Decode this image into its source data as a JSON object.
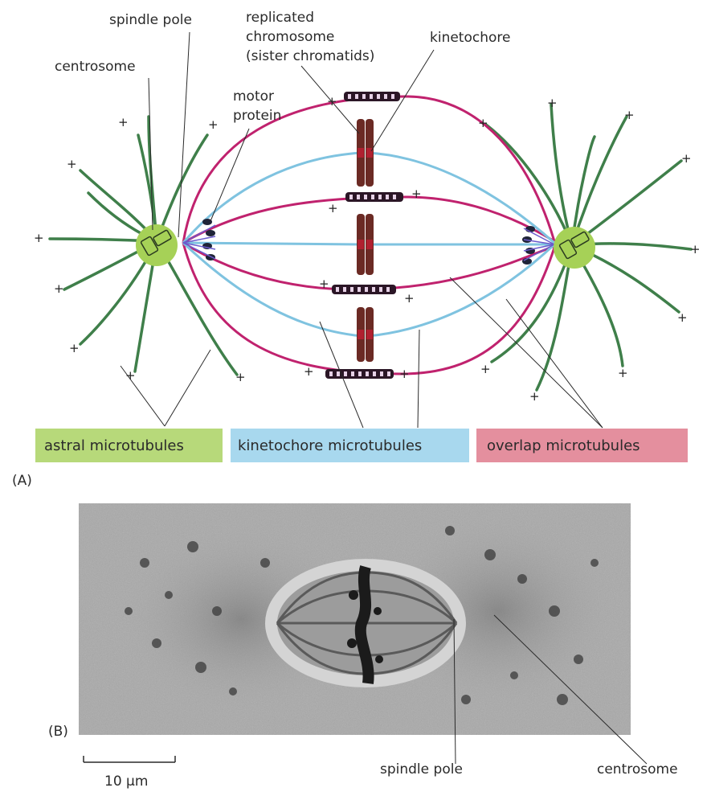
{
  "panel_a": {
    "panel_label": "(A)",
    "labels": {
      "spindle_pole": "spindle pole",
      "replicated_chromosome_1": "replicated",
      "replicated_chromosome_2": "chromosome",
      "replicated_chromosome_3": "(sister chromatids)",
      "kinetochore": "kinetochore",
      "centrosome": "centrosome",
      "motor_protein_1": "motor",
      "motor_protein_2": "protein"
    },
    "plus_sign": "+",
    "key": {
      "astral": "astral microtubules",
      "kinetochore": "kinetochore microtubules",
      "overlap": "overlap microtubules"
    }
  },
  "panel_b": {
    "panel_label": "(B)",
    "labels": {
      "spindle_pole": "spindle pole",
      "centrosome": "centrosome"
    },
    "scale_bar": "10 µm"
  },
  "colors": {
    "astral": "#3f7f4a",
    "kinetochore": "#7fc3e0",
    "overlap": "#c0226e",
    "centrosome_fill": "#a6d157",
    "chromosome": "#6b2a24",
    "key_astral_bg": "#b7d97a",
    "key_kinetochore_bg": "#a8d8ee",
    "key_overlap_bg": "#e48f9e",
    "micrograph_bg": "#a9a9a9"
  }
}
